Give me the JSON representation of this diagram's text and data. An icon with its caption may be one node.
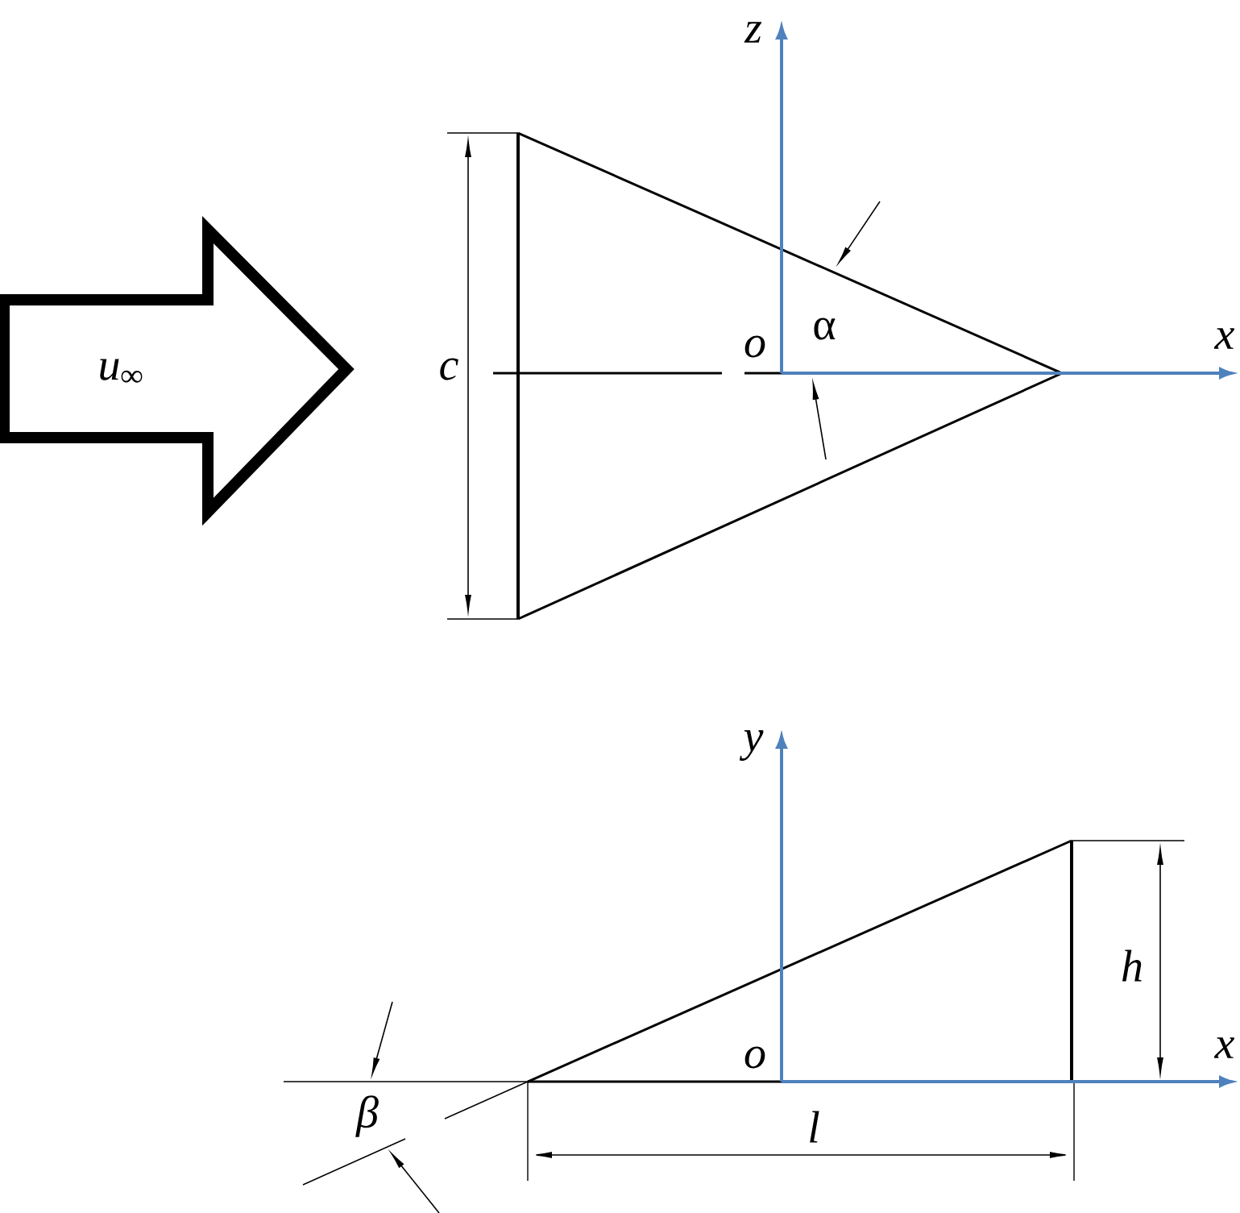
{
  "diagram": {
    "nodes": [
      {
        "text": [
          "u$_{∞}$"
        ]
      }
    ],
    "labels": [
      "z",
      "α",
      "x",
      "o",
      "c",
      "y",
      "h",
      "x",
      "o",
      "β",
      "l"
    ]
  }
}
